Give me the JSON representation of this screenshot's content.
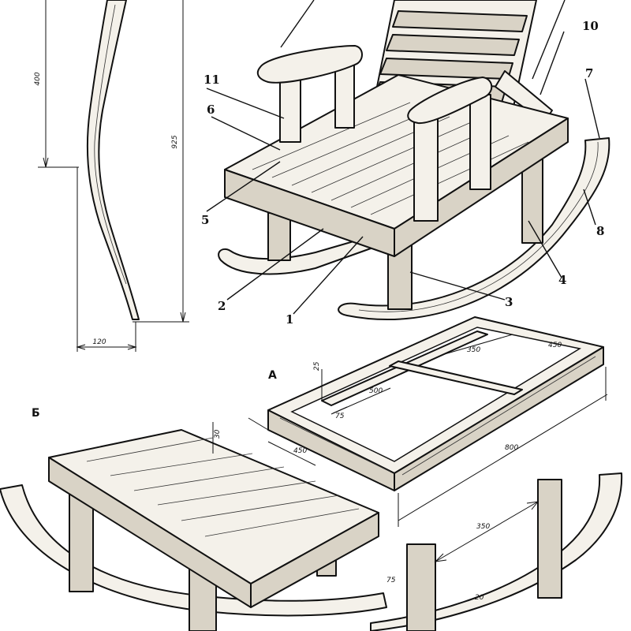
{
  "part_labels": {
    "p1": "1",
    "p2": "2",
    "p3": "3",
    "p4": "4",
    "p5": "5",
    "p6": "6",
    "p7": "7",
    "p8": "8",
    "p10": "10",
    "p11": "11"
  },
  "view_labels": {
    "a": "А",
    "b": "Б"
  },
  "dimensions": {
    "runner_offset": "400",
    "runner_height": "925",
    "runner_width": "120",
    "frame_thickness": "25",
    "frame_depth": "500",
    "frame_inner": "75",
    "frame_bar": "350",
    "frame_width": "450",
    "frame_length": "800",
    "frame_end": "450",
    "footrest_height": "30",
    "leg_spacing": "350",
    "leg_size": "75",
    "runner_section": "20"
  }
}
